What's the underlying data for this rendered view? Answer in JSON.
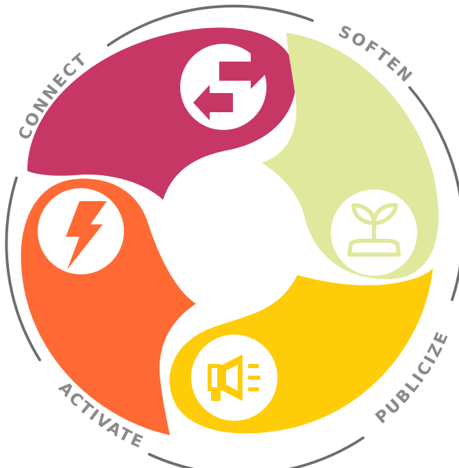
{
  "diagram": {
    "colors": {
      "ring": "#6e6e6e",
      "label": "#8a8a8a",
      "connect": "#c73766",
      "soften": "#dfe89c",
      "publicize": "#ffcc0a",
      "activate": "#ff6a34",
      "icon_circle": "#ffffff"
    },
    "stages": [
      {
        "id": "connect",
        "label": "CONNECT",
        "icon": "two-way-arrows-icon"
      },
      {
        "id": "soften",
        "label": "SOFTEN",
        "icon": "sprout-icon"
      },
      {
        "id": "publicize",
        "label": "PUBLICIZE",
        "icon": "megaphone-icon"
      },
      {
        "id": "activate",
        "label": "ACTIVATE",
        "icon": "lightning-bolt-icon"
      }
    ]
  }
}
